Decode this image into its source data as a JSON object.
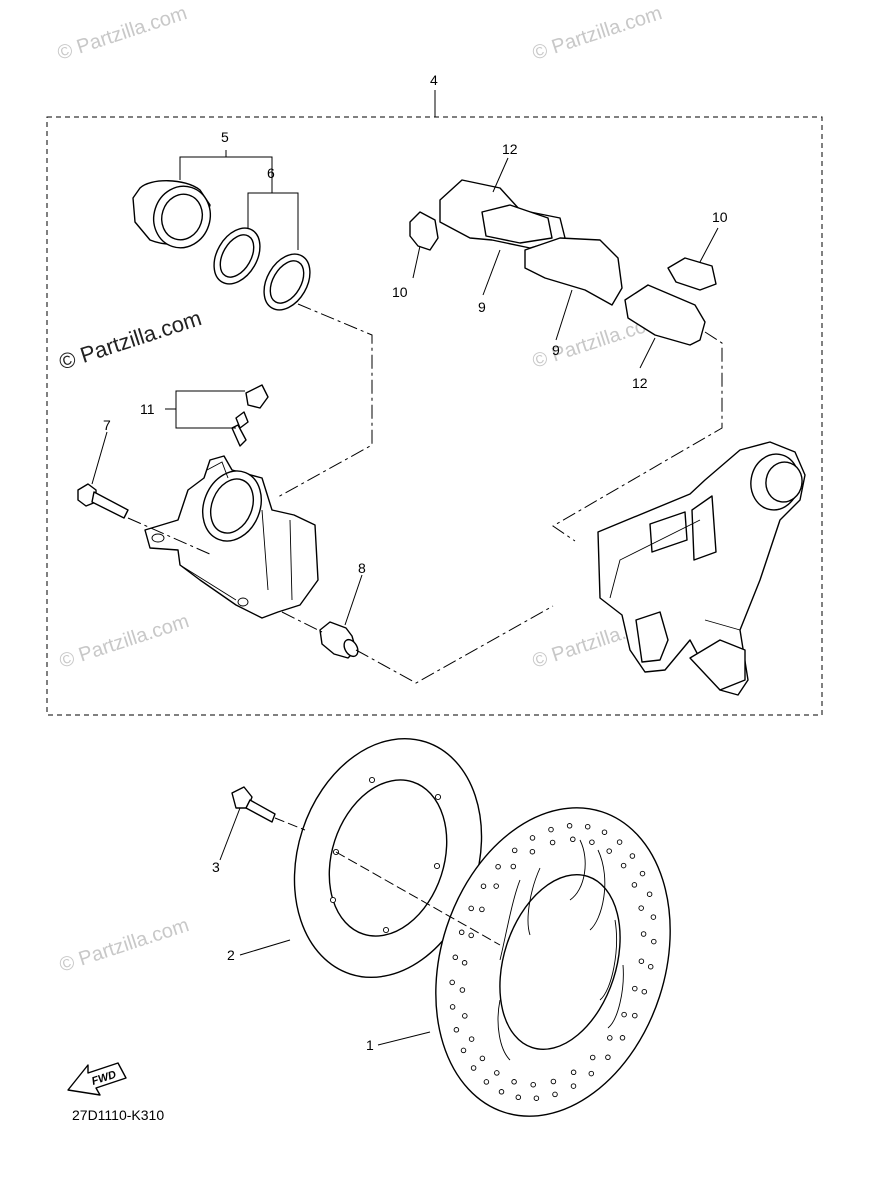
{
  "watermark": "© Partzilla.com",
  "diagram_code": "27D1110-K310",
  "fwd_label": "FWD",
  "callouts": {
    "n1": "1",
    "n2": "2",
    "n3": "3",
    "n4": "4",
    "n5": "5",
    "n6": "6",
    "n7": "7",
    "n8": "8",
    "n9a": "9",
    "n9b": "9",
    "n10a": "10",
    "n10b": "10",
    "n11": "11",
    "n12a": "12",
    "n12b": "12"
  }
}
